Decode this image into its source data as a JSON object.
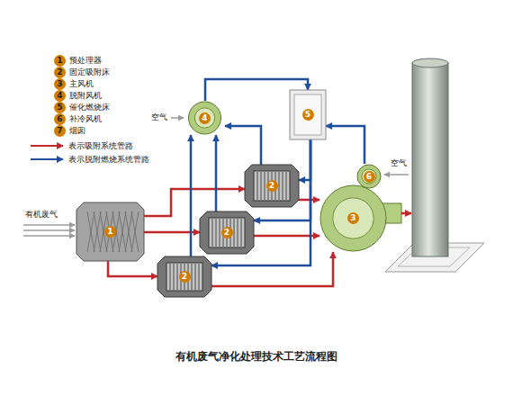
{
  "diagram": {
    "caption": "有机废气净化处理技术工艺流程图",
    "nodes": [
      {
        "text": [
          "1"
        ]
      },
      {
        "text": [
          "2"
        ]
      },
      {
        "text": [
          "2"
        ]
      },
      {
        "text": [
          "2"
        ]
      },
      {
        "text": [
          "4"
        ]
      },
      {
        "text": [
          "5"
        ]
      },
      {
        "text": [
          "6"
        ]
      },
      {
        "text": [
          "3"
        ]
      }
    ],
    "edges": [
      {
        "from": 0,
        "to": 1,
        "arrow": "to"
      },
      {
        "from": 0,
        "to": 2,
        "arrow": "to"
      },
      {
        "from": 0,
        "to": 3,
        "arrow": "to"
      },
      {
        "from": 1,
        "to": 7,
        "arrow": "to"
      },
      {
        "from": 2,
        "to": 7,
        "arrow": "to"
      },
      {
        "from": 3,
        "to": 7,
        "arrow": "to"
      },
      {
        "from": 4,
        "to": 5,
        "arrow": "to"
      },
      {
        "from": 6,
        "to": 5,
        "arrow": "to"
      },
      {
        "from": 5,
        "to": 1,
        "arrow": "to"
      },
      {
        "from": 5,
        "to": 2,
        "arrow": "to"
      },
      {
        "from": 5,
        "to": 3,
        "arrow": "to"
      },
      {
        "from": 1,
        "to": 4,
        "arrow": "to"
      },
      {
        "from": 2,
        "to": 4,
        "arrow": "to"
      },
      {
        "from": 3,
        "to": 4,
        "arrow": "to"
      }
    ],
    "labels": [
      "1",
      "2",
      "3",
      "4",
      "5",
      "6",
      "7",
      "有机废气",
      "空气",
      "空气"
    ],
    "legend": [
      {
        "text": "预处理器"
      },
      {
        "text": "固定吸附床"
      },
      {
        "text": "主风机"
      },
      {
        "text": "脱附风机"
      },
      {
        "text": "催化燃烧床"
      },
      {
        "text": "补冷风机"
      },
      {
        "text": "烟囱"
      },
      {
        "text": "表示吸附系统管路"
      },
      {
        "text": "表示脱附燃烧系统管路"
      }
    ]
  }
}
